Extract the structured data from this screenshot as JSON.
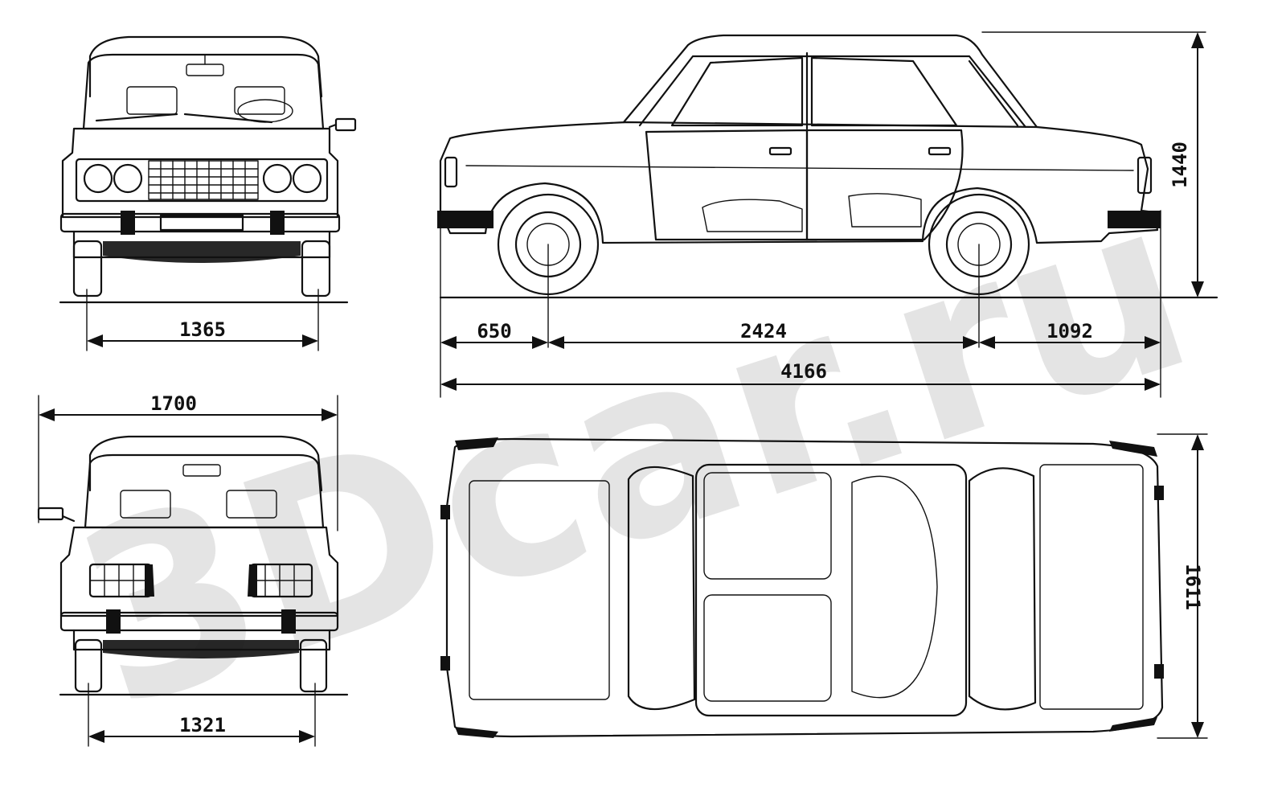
{
  "watermark": "3Dcar.ru",
  "dimensions": {
    "front_track": "1365",
    "rear_track": "1321",
    "overall_width": "1700",
    "front_overhang": "650",
    "wheelbase": "2424",
    "rear_overhang": "1092",
    "overall_length": "4166",
    "height": "1440",
    "body_width": "1611"
  }
}
